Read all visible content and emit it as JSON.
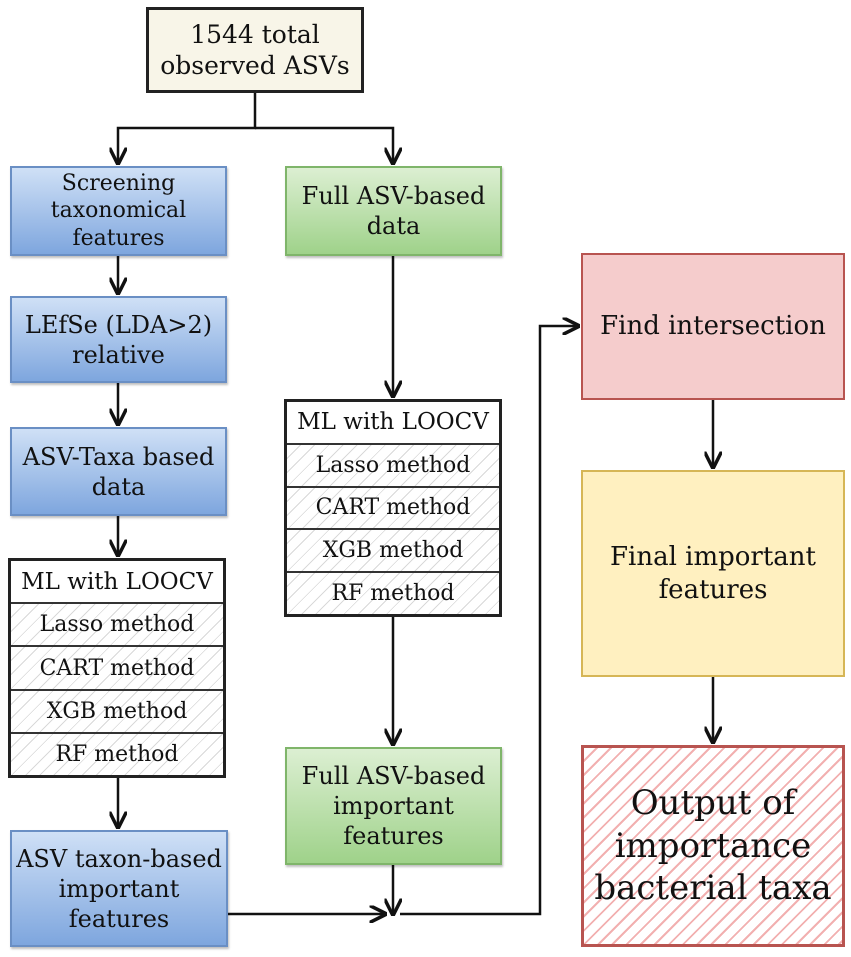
{
  "nodes": {
    "start": "1544 total observed ASVs",
    "screening": "Screening taxonomical features",
    "lefse": "LEfSe (LDA>2) relative",
    "asv_taxa": "ASV-Taxa based data",
    "full_asv": "Full ASV-based data",
    "full_asv_important": "Full ASV-based important features",
    "asv_taxon_important": "ASV taxon-based important features",
    "intersection": "Find intersection",
    "final": "Final important features",
    "output": "Output of importance bacterial taxa"
  },
  "ml_list_left": {
    "header": "ML with LOOCV",
    "items": [
      "Lasso method",
      "CART method",
      "XGB method",
      "RF method"
    ]
  },
  "ml_list_right": {
    "header": "ML with LOOCV",
    "items": [
      "Lasso method",
      "CART method",
      "XGB method",
      "RF method"
    ]
  }
}
